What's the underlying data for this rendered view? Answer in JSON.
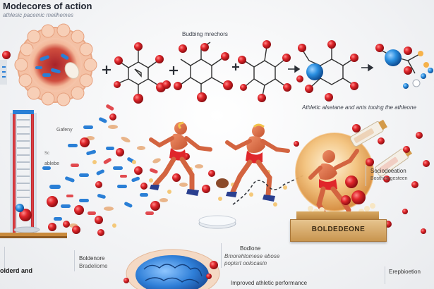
{
  "header": {
    "title": "Modecores of action",
    "subtitle": "athlesic pacemic meilhemes"
  },
  "labels": {
    "mechanism": "Budbing mrechors",
    "athletic": "Athletic alsetane and ants toolng the athleone",
    "left_1": "Gafeny",
    "left_2": "ablebe",
    "left_3": "Sc",
    "bottom_left_title": "olderd and",
    "bottom_left_sub": "",
    "box2_title": "Boldenore",
    "box2_sub": "Bradeliome",
    "center_1": "Bodlone",
    "center_2": "Bmorehtomese ebose",
    "center_3": "popisrt oolocasin",
    "bottom_center": "Improved athletic performance",
    "right_1": "Sociodoeation",
    "right_2": "Bosthesrgesteen",
    "bottom_right": "Erepbioetion"
  },
  "plaque": {
    "text": "BOLDEDEONE"
  },
  "colors": {
    "atom_red": "#e0262b",
    "capsule_blue": "#2a7fd6",
    "skin": "#e2734a",
    "cell": "#f1b99b",
    "gold": "#c8954f"
  }
}
